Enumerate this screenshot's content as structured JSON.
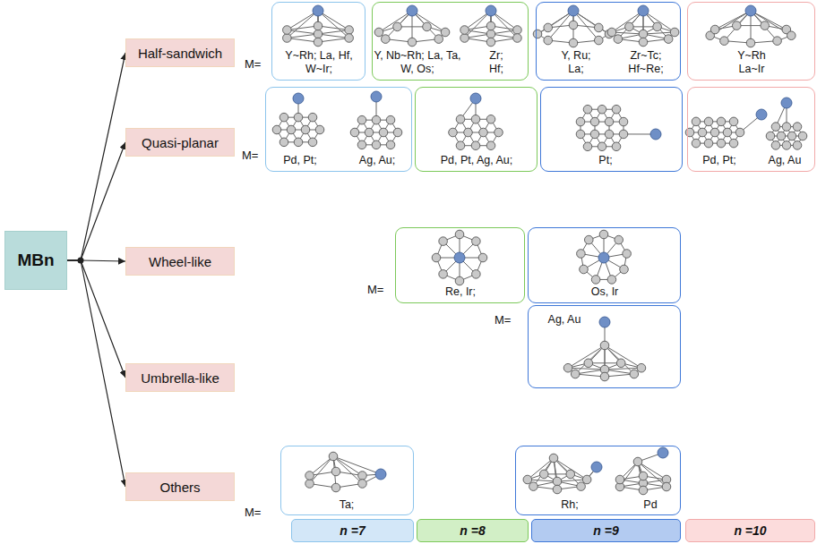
{
  "diagram": {
    "nodes": [
      {
        "text": [
          "MBn"
        ]
      },
      {
        "text": [
          "Half-sandwich"
        ]
      },
      {
        "text": [
          "Quasi-planar"
        ]
      },
      {
        "text": [
          "Wheel-like"
        ]
      },
      {
        "text": [
          "Umbrella-like"
        ]
      },
      {
        "text": [
          "Others"
        ]
      },
      {
        "text": [
          "Y~Rh; La, Hf, W~Ir;"
        ]
      },
      {
        "text": [
          "Y, Nb~Rh; La, Ta, W, Os;",
          "Zr; Hf;"
        ]
      },
      {
        "text": [
          "Y, Ru; La;",
          "Zr~Tc; Hf~Re;"
        ]
      },
      {
        "text": [
          "Y~Rh La~Ir"
        ]
      },
      {
        "text": [
          "Pd, Pt;",
          "Ag, Au;"
        ]
      },
      {
        "text": [
          "Pd, Pt, Ag, Au;"
        ]
      },
      {
        "text": [
          "Pt;"
        ]
      },
      {
        "text": [
          "Pd, Pt;",
          "Ag, Au"
        ]
      },
      {
        "text": [
          "Re, Ir;"
        ]
      },
      {
        "text": [
          "Os, Ir"
        ]
      },
      {
        "text": [
          "Ag, Au"
        ]
      },
      {
        "text": [
          "Ta;"
        ]
      },
      {
        "text": [
          "Rh;",
          "Pd"
        ]
      }
    ],
    "edges": [
      {
        "from": 0,
        "to": 1,
        "arrow": "to"
      },
      {
        "from": 0,
        "to": 2,
        "arrow": "to"
      },
      {
        "from": 0,
        "to": 3,
        "arrow": "to"
      },
      {
        "from": 0,
        "to": 4,
        "arrow": "to"
      },
      {
        "from": 0,
        "to": 5,
        "arrow": "to"
      }
    ],
    "labels": [
      "M=",
      "M=",
      "M=",
      "M=",
      "M="
    ],
    "legend": [
      {
        "text": "n =7",
        "color": "#d3e7f8"
      },
      {
        "text": "n =8",
        "color": "#d2efc6"
      },
      {
        "text": "n =9",
        "color": "#b3cbf1"
      },
      {
        "text": "n =10",
        "color": "#fcdcdc"
      }
    ]
  }
}
